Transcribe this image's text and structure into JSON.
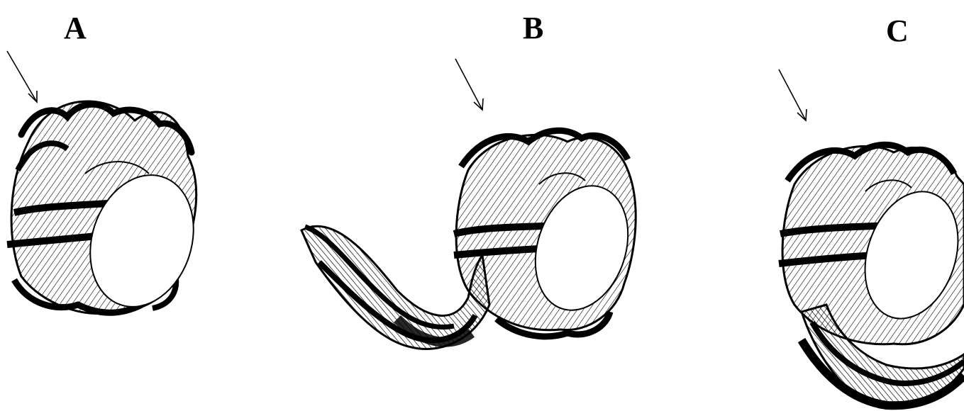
{
  "panels": [
    {
      "label": "A"
    },
    {
      "label": "B"
    },
    {
      "label": "C"
    }
  ],
  "colors": {
    "ink": "#000000",
    "background": "#ffffff",
    "histone_fill": "#ffffff"
  }
}
